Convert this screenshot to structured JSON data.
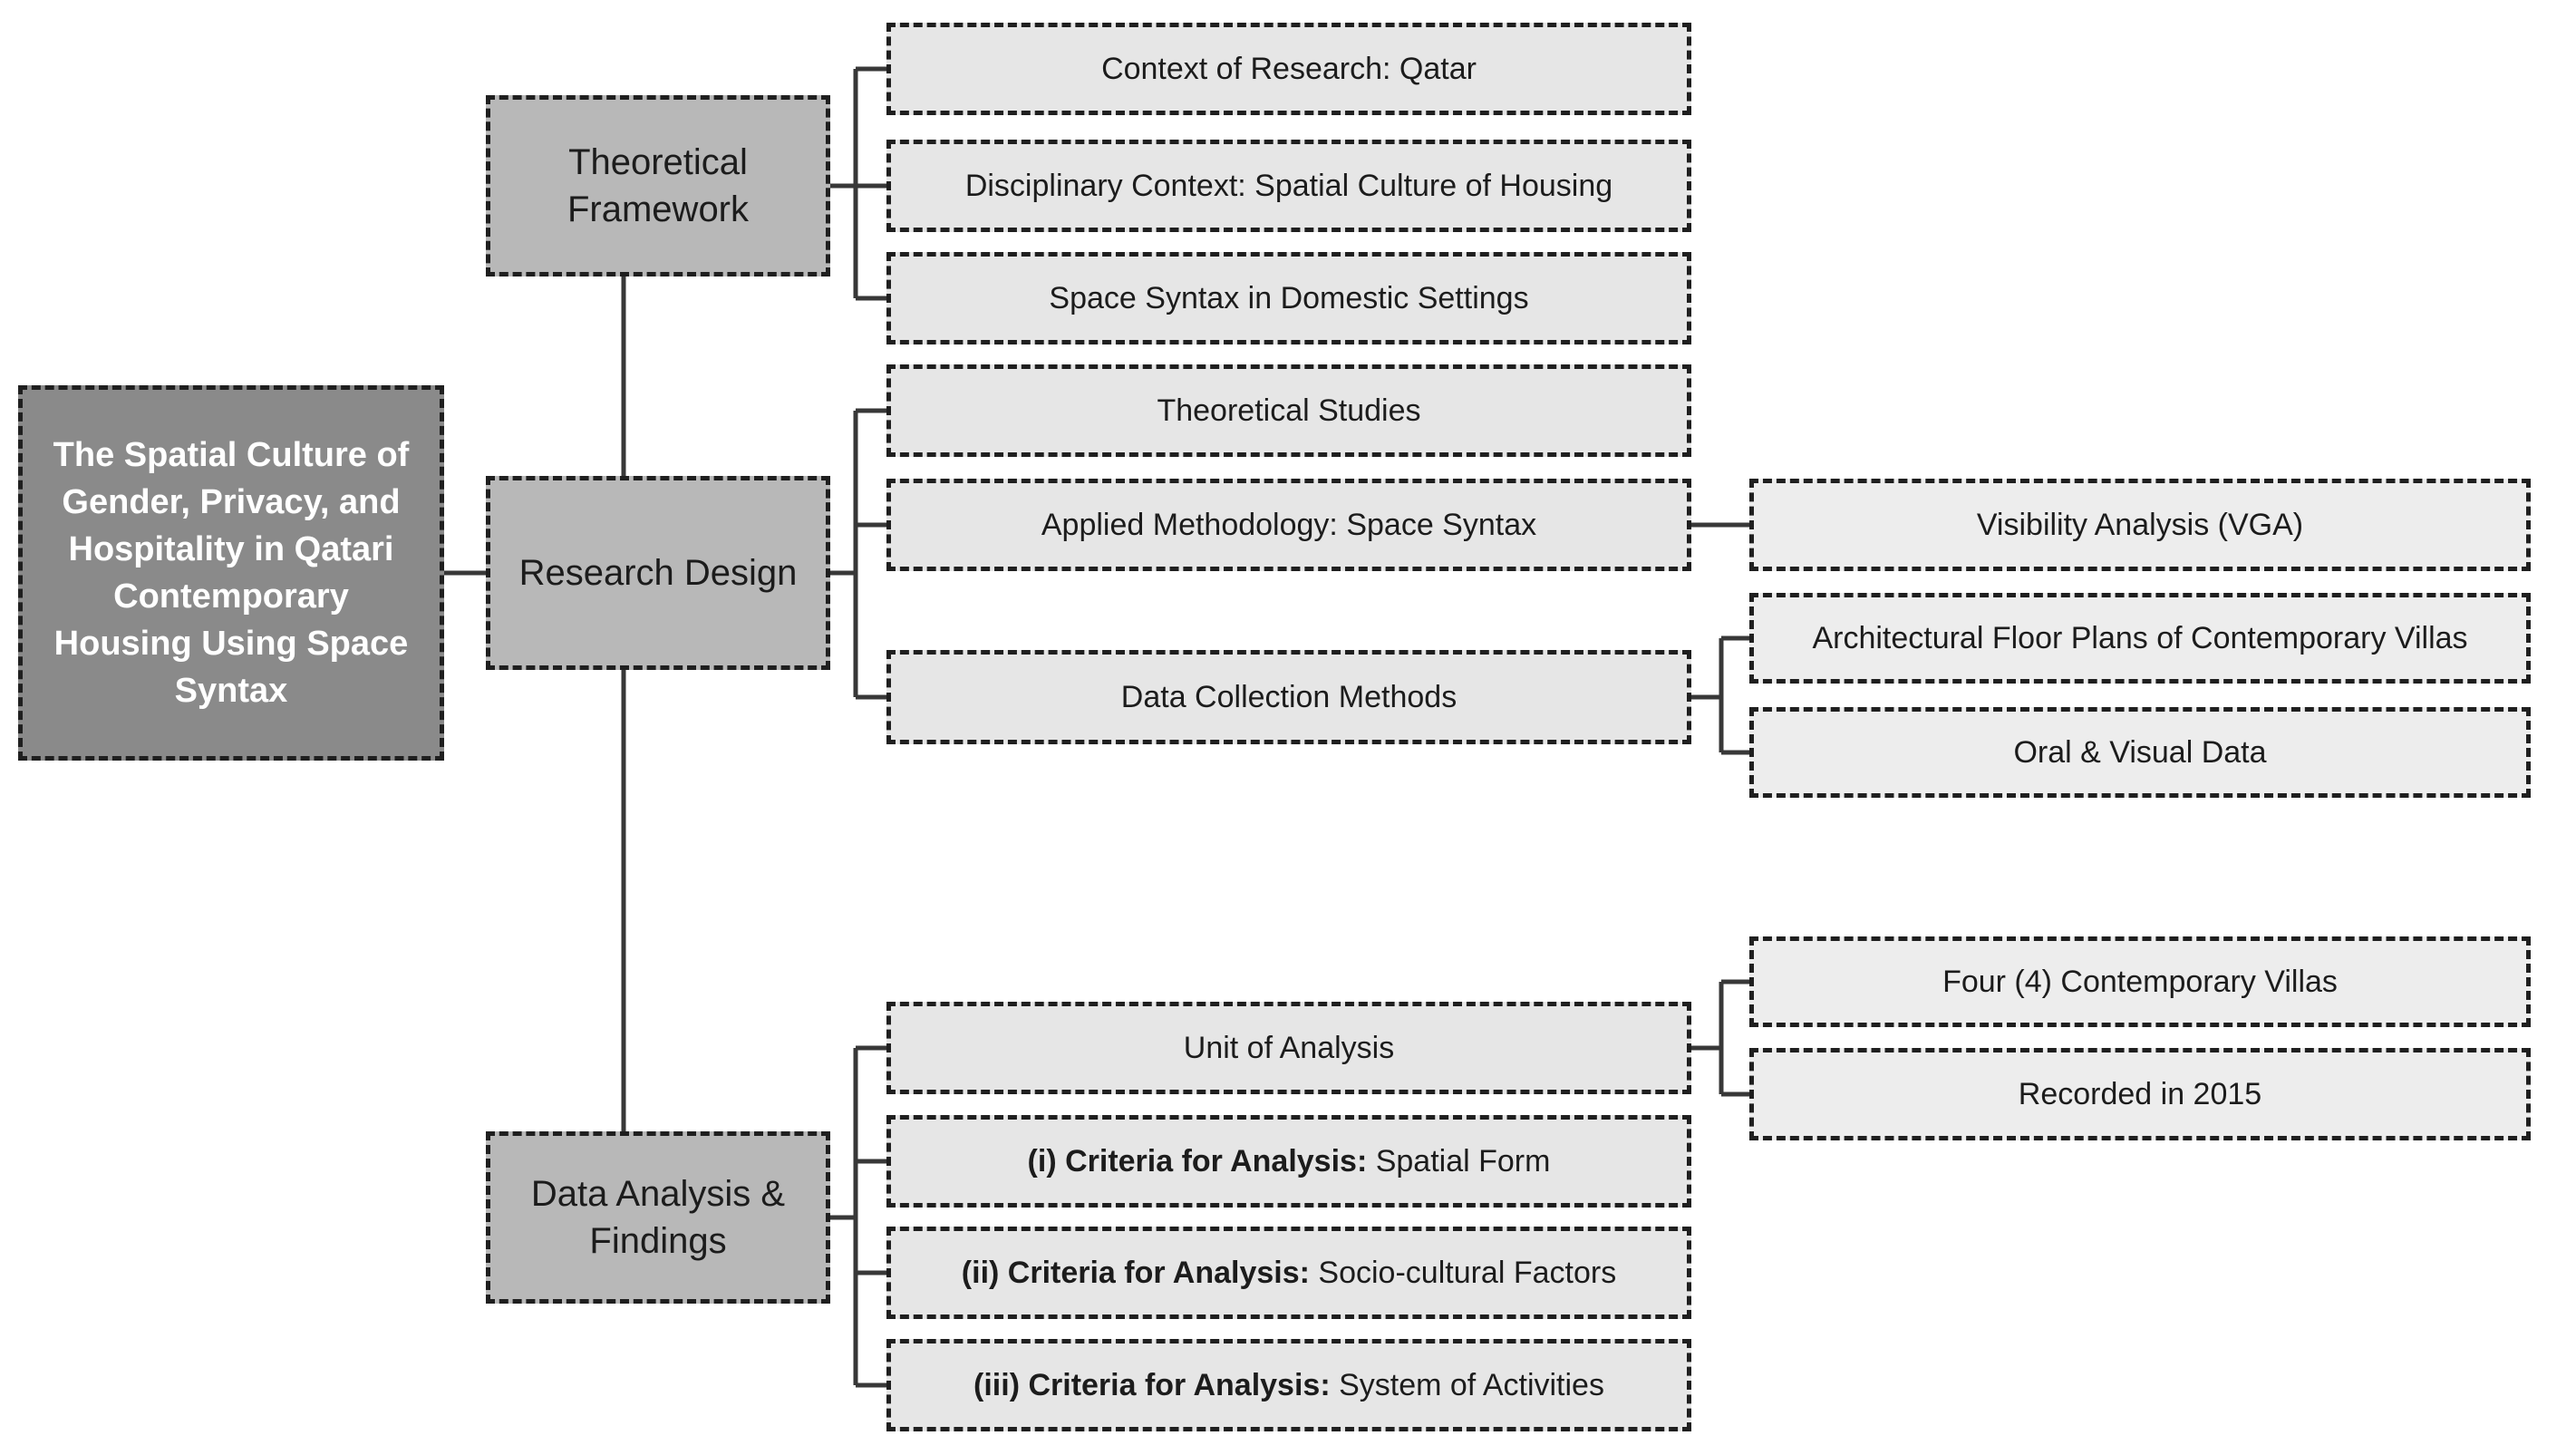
{
  "root": {
    "label": "The Spatial Culture of\nGender, Privacy, and\nHospitality in Qatari\nContemporary\nHousing Using Space\nSyntax"
  },
  "stages": [
    {
      "label": "Theoretical Framework"
    },
    {
      "label": "Research Design"
    },
    {
      "label": "Data Analysis & Findings"
    }
  ],
  "theoretical_framework": {
    "children": [
      {
        "label": "Context of Research: Qatar"
      },
      {
        "label": "Disciplinary Context: Spatial Culture of Housing"
      },
      {
        "label": "Space Syntax in Domestic Settings"
      }
    ]
  },
  "research_design": {
    "children": [
      {
        "label": "Theoretical Studies"
      },
      {
        "label": "Applied Methodology: Space Syntax"
      },
      {
        "label": "Data Collection Methods"
      }
    ]
  },
  "data_analysis": {
    "children": [
      {
        "label": "Unit of Analysis"
      },
      {
        "prefix": "(i) Criteria for Analysis:",
        "rest": " Spatial Form"
      },
      {
        "prefix": "(ii) Criteria for Analysis:",
        "rest": " Socio-cultural Factors"
      },
      {
        "prefix": "(iii) Criteria for Analysis:",
        "rest": " System of Activities"
      }
    ]
  },
  "applied_methodology": {
    "children": [
      {
        "label": "Visibility Analysis (VGA)"
      }
    ]
  },
  "data_collection": {
    "children": [
      {
        "label": "Architectural Floor Plans of Contemporary Villas"
      },
      {
        "label": "Oral & Visual Data"
      }
    ]
  },
  "unit_of_analysis": {
    "children": [
      {
        "label": "Four (4) Contemporary Villas"
      },
      {
        "label": "Recorded in 2015"
      }
    ]
  },
  "colors": {
    "root_fill": "#8a8a8a",
    "root_text": "#ffffff",
    "stage_fill": "#b8b8b8",
    "branch_fill": "#e6e6e6",
    "leaf_fill": "#ededed",
    "border": "#1f1f1f",
    "connector": "#383838",
    "text": "#1c1c1c",
    "background": "#ffffff"
  }
}
